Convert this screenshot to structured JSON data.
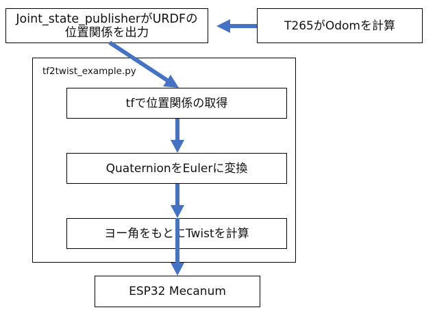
{
  "diagram": {
    "nodes": {
      "joint_state_publisher": {
        "line1": "Joint_state_publisherがURDFの",
        "line2": "位置関係を出力"
      },
      "t265": {
        "label": "T265がOdomを計算"
      },
      "tf2twist": {
        "label": "tf2twist_example.py"
      },
      "tf_lookup": {
        "label": "tfで位置関係の取得"
      },
      "quat_to_euler": {
        "label": "QuaternionをEulerに変換"
      },
      "twist_calc": {
        "label": "ヨー角をもとにTwistを計算"
      },
      "esp32": {
        "label": "ESP32 Mecanum"
      }
    },
    "edges": [
      {
        "from": "t265",
        "to": "joint_state_publisher"
      },
      {
        "from": "joint_state_publisher",
        "to": "tf_lookup"
      },
      {
        "from": "tf_lookup",
        "to": "quat_to_euler"
      },
      {
        "from": "quat_to_euler",
        "to": "twist_calc"
      },
      {
        "from": "twist_calc",
        "to": "esp32"
      }
    ],
    "colors": {
      "arrow": "#4472c4",
      "box_border": "#000000",
      "text": "#111111"
    }
  }
}
